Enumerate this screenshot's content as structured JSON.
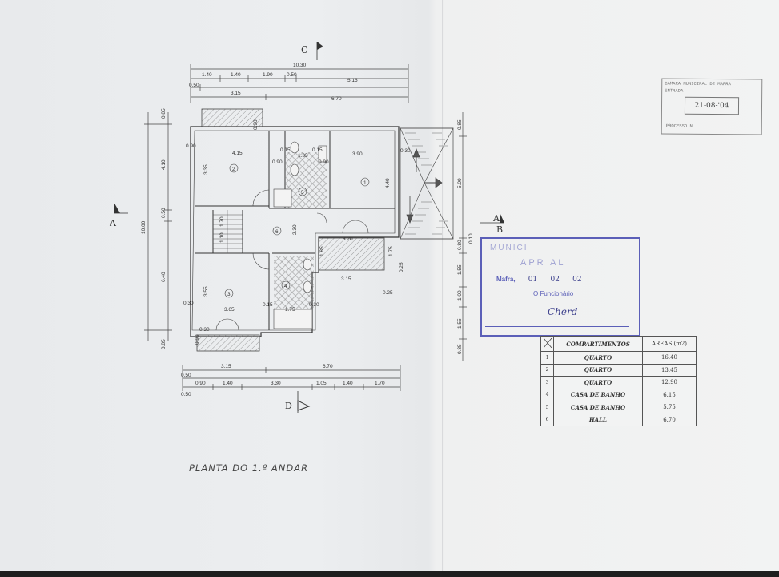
{
  "drawing_title": "PLANTA DO 1.º ANDAR",
  "section_marks": {
    "c": "C",
    "d": "D",
    "a_left": "A",
    "a_right": "A",
    "b": "B"
  },
  "top_dims": {
    "overall": "10.30",
    "row1": [
      "1.40",
      "1.40",
      "1.90",
      "0.50",
      "5.15"
    ],
    "row2_left": "0.50",
    "row3": [
      "3.15",
      "6.70"
    ]
  },
  "left_dims": {
    "overall": "10.00",
    "parts": [
      "0.85",
      "4.10",
      "0.50",
      "6.40",
      "0.85"
    ]
  },
  "right_dims": [
    "0.85",
    "5.00",
    "0.10",
    "0.80",
    "1.55",
    "1.00",
    "1.55",
    "0.85"
  ],
  "bottom_dims": {
    "row1": [
      "3.15",
      "6.70"
    ],
    "row2_left": "0.50",
    "row2": [
      "0.90",
      "1.40",
      "3.30",
      "1.05",
      "1.40",
      "1.70"
    ],
    "row3_left": "0.50"
  },
  "interior_dims": [
    "0.90",
    "4.15",
    "3.35",
    "0.90",
    "0.15",
    "1.35",
    "0.15",
    "0.90",
    "0.90",
    "3.90",
    "0.30",
    "4.40",
    "1.70",
    "1.10",
    "2.30",
    "3.20",
    "1.85",
    "1.75",
    "0.25",
    "3.15",
    "0.25",
    "3.55",
    "0.30",
    "3.65",
    "0.15",
    "1.75",
    "0.30",
    "0.90",
    "0.30"
  ],
  "room_numbers": [
    "1",
    "2",
    "3",
    "4",
    "5",
    "6"
  ],
  "stamp_municipal": {
    "line1": "CAMARA MUNICIPAL DE MAFRA",
    "line2": "ENTRADA",
    "date": "21-08-'04",
    "line3": "PROCESSO N."
  },
  "stamp_approval": {
    "header": "MUNICI",
    "status": "APR  AL",
    "date_label": "Mafra,",
    "date_values": [
      "01",
      "02",
      "02"
    ],
    "officer": "O Funcionário",
    "signature": "Cherd"
  },
  "areas_table": {
    "headers": [
      "",
      "COMPARTIMENTOS",
      "AREAS (m2)"
    ],
    "rows": [
      {
        "n": "1",
        "name": "QUARTO",
        "area": "16.40"
      },
      {
        "n": "2",
        "name": "QUARTO",
        "area": "13.45"
      },
      {
        "n": "3",
        "name": "QUARTO",
        "area": "12.90"
      },
      {
        "n": "4",
        "name": "CASA DE BANHO",
        "area": "6.15"
      },
      {
        "n": "5",
        "name": "CASA DE BANHO",
        "area": "5.75"
      },
      {
        "n": "6",
        "name": "HALL",
        "area": "6.70"
      }
    ]
  }
}
